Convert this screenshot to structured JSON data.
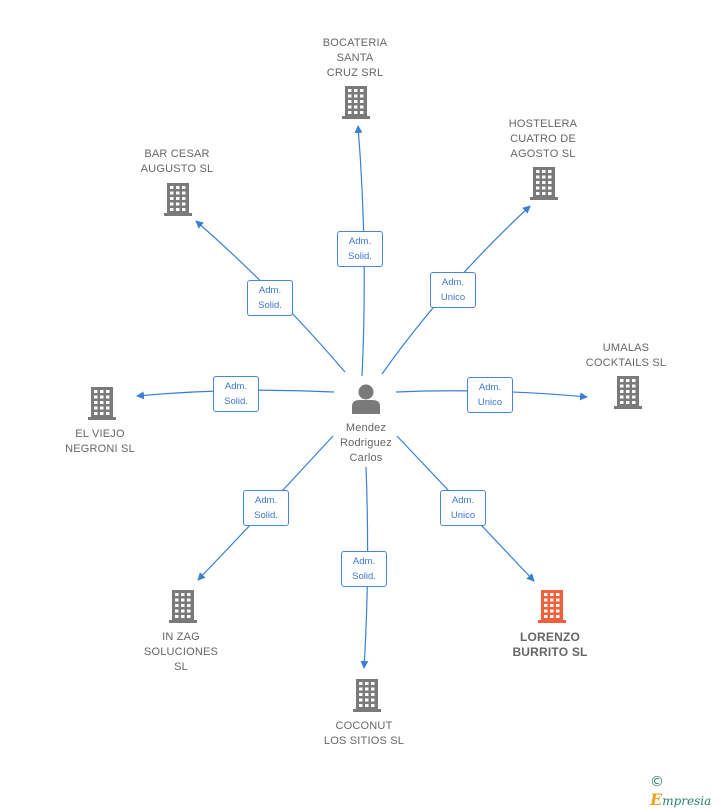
{
  "center": {
    "name_lines": [
      "Mendez",
      "Rodriguez",
      "Carlos"
    ],
    "icon": "person-icon"
  },
  "companies": [
    {
      "id": "bocateria",
      "lines": [
        "BOCATERIA",
        "SANTA",
        "CRUZ SRL"
      ],
      "role_lines": [
        "Adm.",
        "Solid."
      ],
      "highlight": false
    },
    {
      "id": "hostelera",
      "lines": [
        "HOSTELERA",
        "CUATRO DE",
        "AGOSTO  SL"
      ],
      "role_lines": [
        "Adm.",
        "Unico"
      ],
      "highlight": false
    },
    {
      "id": "bar-cesar",
      "lines": [
        "BAR CESAR",
        "AUGUSTO  SL"
      ],
      "role_lines": [
        "Adm.",
        "Solid."
      ],
      "highlight": false
    },
    {
      "id": "umalas",
      "lines": [
        "UMALAS",
        "COCKTAILS SL"
      ],
      "role_lines": [
        "Adm.",
        "Unico"
      ],
      "highlight": false
    },
    {
      "id": "el-viejo",
      "lines": [
        "EL VIEJO",
        "NEGRONI  SL"
      ],
      "role_lines": [
        "Adm.",
        "Solid."
      ],
      "highlight": false
    },
    {
      "id": "in-zag",
      "lines": [
        "IN ZAG",
        "SOLUCIONES",
        "SL"
      ],
      "role_lines": [
        "Adm.",
        "Solid."
      ],
      "highlight": false
    },
    {
      "id": "lorenzo",
      "lines": [
        "LORENZO",
        "BURRITO  SL"
      ],
      "role_lines": [
        "Adm.",
        "Unico"
      ],
      "highlight": true
    },
    {
      "id": "coconut",
      "lines": [
        "COCONUT",
        "LOS SITIOS  SL"
      ],
      "role_lines": [
        "Adm.",
        "Solid."
      ],
      "highlight": false
    }
  ],
  "colors": {
    "edge": "#3a7fd5",
    "building": "#7a7a7a",
    "building_highlight": "#f0603a",
    "person": "#7a7a7a"
  },
  "footer": {
    "copyright_symbol": "©",
    "brand_initial": "E",
    "brand_rest": "mpresia"
  }
}
